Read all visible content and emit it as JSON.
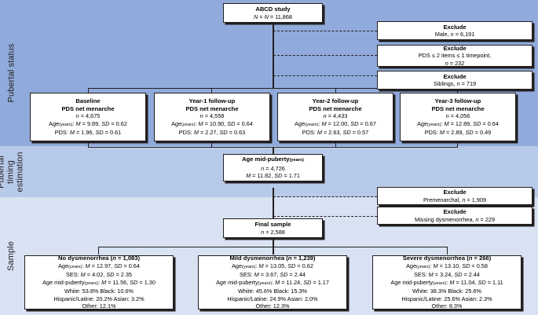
{
  "sections": [
    {
      "id": "pubertal-status",
      "label": "Pubertal status"
    },
    {
      "id": "pubertal-timing",
      "label": "Pubertal timing estimation"
    },
    {
      "id": "sample",
      "label": "Sample"
    }
  ],
  "colors": {
    "band_status": "#90abdb",
    "band_timing": "#b8cae9",
    "band_sample": "#d8e2f3",
    "box_fill": "#ffffff",
    "stroke": "#231f20"
  },
  "nodes": {
    "root": {
      "title": "ABCD study",
      "lines": [
        "N = 11,868"
      ]
    },
    "exclude_male": {
      "title": "Exclude",
      "lines": [
        "Male, n = 6,191"
      ]
    },
    "exclude_pds": {
      "title": "Exclude",
      "lines": [
        "PDS ≤ 2 items ≤ 1 timepoint,",
        "n = 232"
      ]
    },
    "exclude_siblings": {
      "title": "Exclude",
      "lines": [
        "Siblings, n = 719"
      ]
    },
    "baseline": {
      "title1": "Baseline",
      "title2": "PDS net menarche",
      "lines": [
        "n = 4,675",
        "Age(years): M = 9.89, SD = 0.62",
        "PDS: M = 1.96, SD = 0.61"
      ]
    },
    "year1": {
      "title1": "Year-1 follow-up",
      "title2": "PDS net menarche",
      "lines": [
        "n = 4,558",
        "Age(years): M = 10.90, SD = 0.64",
        "PDS: M = 2.27, SD = 0.63"
      ]
    },
    "year2": {
      "title1": "Year-2 follow-up",
      "title2": "PDS net menarche",
      "lines": [
        "n = 4,433",
        "Age(years): M = 12.00, SD = 0.67",
        "PDS: M = 2.63, SD = 0.57"
      ]
    },
    "year3": {
      "title1": "Year-3 follow-up",
      "title2": "PDS net menarche",
      "lines": [
        "n = 4,056",
        "Age(years): M = 12.89, SD = 0.64",
        "PDS: M = 2.89, SD = 0.49"
      ]
    },
    "age_mid_puberty": {
      "title": "Age mid-puberty(years)",
      "lines": [
        "n = 4,726",
        "M = 11.82, SD = 1.71"
      ]
    },
    "exclude_premenarchal": {
      "title": "Exclude",
      "lines": [
        "Premenarchal, n = 1,909"
      ]
    },
    "exclude_missing": {
      "title": "Exclude",
      "lines": [
        "Missing dysmenorrhea, n = 229"
      ]
    },
    "final_sample": {
      "title": "Final sample",
      "lines": [
        "n = 2,588"
      ]
    },
    "no_dysmenorrhea": {
      "title": "No dysmenorrhea (n = 1,083)",
      "lines": [
        "Age(years): M = 12.97, SD = 0.64",
        "SES: M = 4.02, SD = 2.35",
        "Age mid-puberty(years): M = 11.56, SD = 1.30",
        "White: 53.8% Black: 10.6%",
        "Hispanic/Latine: 20.2% Asian: 3.2%",
        "Other: 12.1%"
      ]
    },
    "mild_dysmenorrhea": {
      "title": "Mild dysmenorrhea (n = 1,239)",
      "lines": [
        "Age(years): M = 13.05, SD = 0.62",
        "SES: M = 3.67, SD = 2.44",
        "Age mid-puberty(years): M = 11.24, SD = 1.17",
        "White: 45.6% Black: 15.3%",
        "Hispanic/Latine: 24.9% Asian: 2.0%",
        "Other: 12.3%"
      ]
    },
    "severe_dysmenorrhea": {
      "title": "Severe dysmenorrhea (n = 266)",
      "lines": [
        "Age(years): M = 13.10, SD = 0.58",
        "SES: M = 3.24, SD = 2.44",
        "Age mid-puberty(years): M = 11.04, SD = 1.11",
        "White: 38.3% Black: 25.6%",
        "Hispanic/Latine: 25.6% Asian: 2.3%",
        "Other: 8.3%"
      ]
    }
  }
}
